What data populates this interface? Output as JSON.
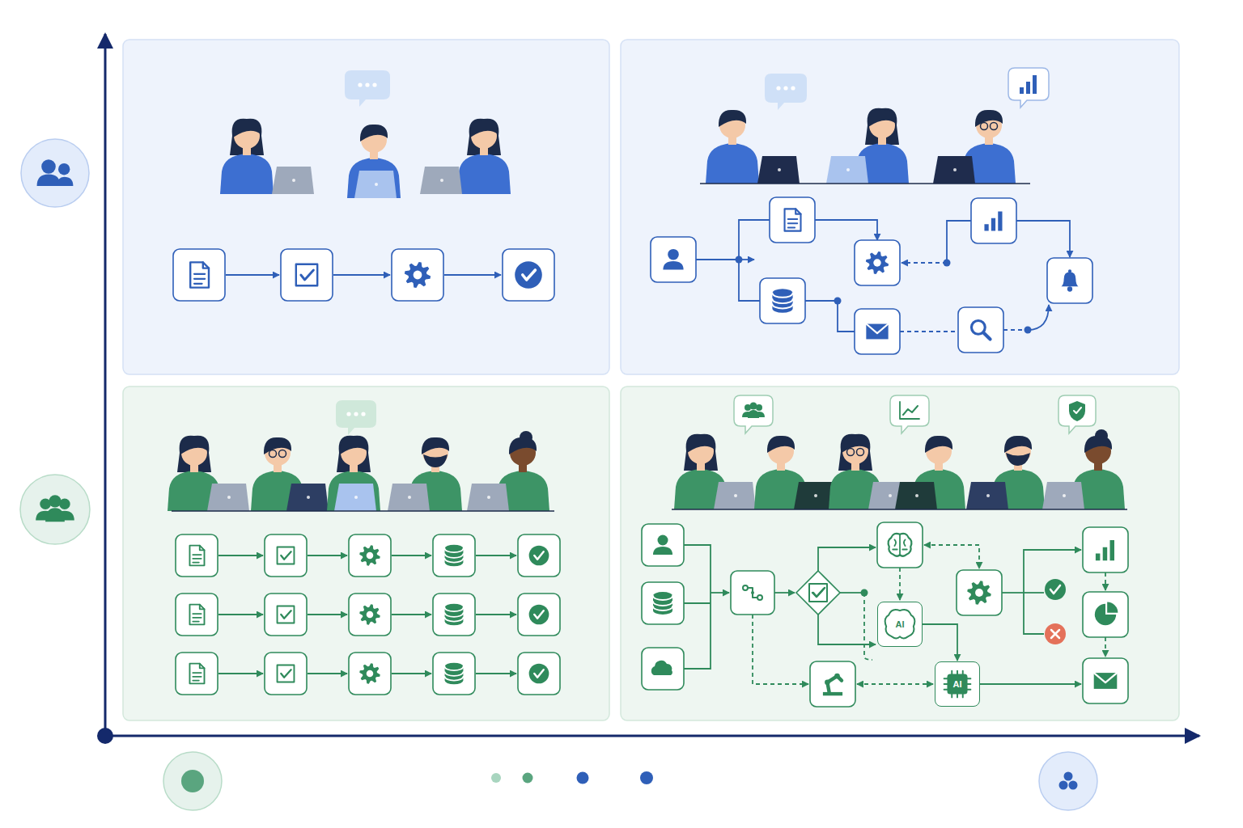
{
  "diagram": {
    "nodes": [
      {
        "text": [
          "AI"
        ]
      },
      {
        "text": [
          "AI"
        ]
      }
    ],
    "edges": [
      {
        "from": 0,
        "to": 1,
        "arrow": "to"
      }
    ]
  }
}
